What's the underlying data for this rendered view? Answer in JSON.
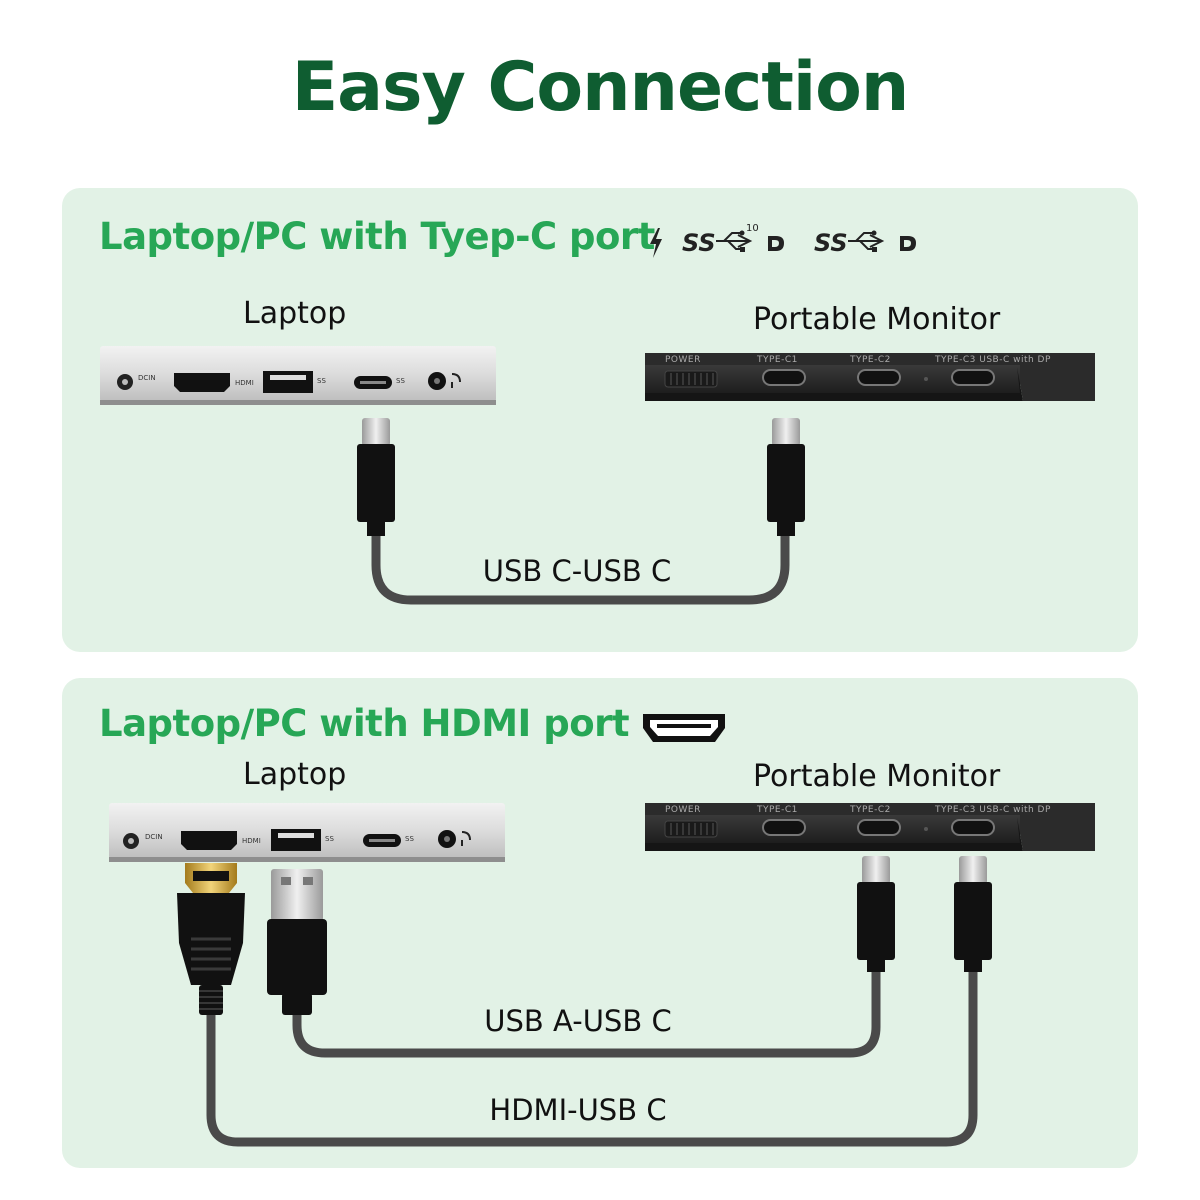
{
  "title": "Easy Connection",
  "colors": {
    "title": "#0f5d31",
    "heading": "#27a756",
    "panel_bg": "#e2f2e6",
    "cable": "#4a4a4a",
    "connector": "#111111",
    "metal": "#c9c9c9"
  },
  "section_usbc": {
    "heading": "Laptop/PC with Tyep-C port",
    "icons": [
      "thunderbolt-icon",
      "superspeed-10-displayport-icon",
      "superspeed-displayport-icon"
    ],
    "ss_text": "SS",
    "ss_superscript": "10",
    "laptop_label": "Laptop",
    "monitor_label": "Portable Monitor",
    "cable_label": "USB C-USB C"
  },
  "section_hdmi": {
    "heading": "Laptop/PC with HDMI port",
    "icons": [
      "hdmi-port-icon"
    ],
    "laptop_label": "Laptop",
    "monitor_label": "Portable Monitor",
    "cable_label_1": "USB A-USB C",
    "cable_label_2": "HDMI-USB C"
  },
  "laptop_ports": {
    "dcin": "DCIN",
    "hdmi": "HDMI",
    "ss": "SS"
  },
  "monitor_ports": {
    "power": "POWER",
    "c1": "TYPE-C1",
    "c2": "TYPE-C2",
    "c3": "TYPE-C3 USB-C with DP"
  }
}
